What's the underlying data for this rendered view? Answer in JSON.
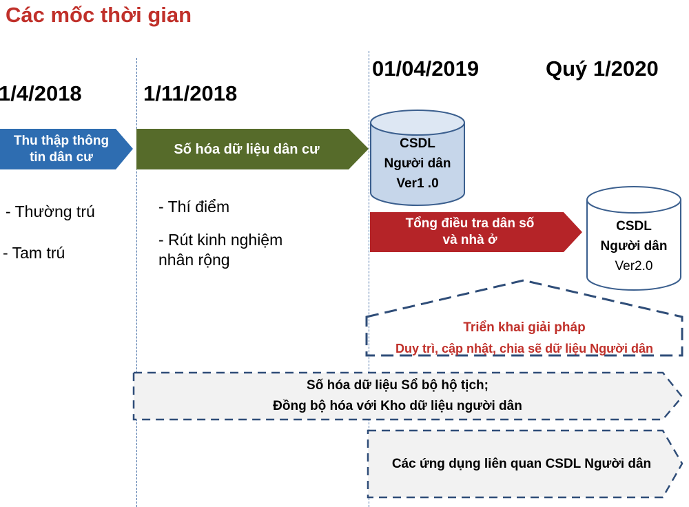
{
  "title": "Các mốc thời gian",
  "dates": {
    "d1": "1/4/2018",
    "d2": "1/11/2018",
    "d3": "01/04/2019",
    "d4": "Quý 1/2020"
  },
  "arrows": {
    "collect": {
      "line1": "Thu thập thông",
      "line2": "tin dân cư",
      "color": "#2e6db1"
    },
    "digitize": {
      "label": "Số hóa dữ liệu dân cư",
      "color": "#566b2a"
    },
    "census": {
      "line1": "Tổng điều tra dân số",
      "line2": "và nhà ở",
      "color": "#b52428"
    }
  },
  "notes": {
    "permanent": "- Thường trú",
    "temporary": "- Tam trú",
    "pilot": "- Thí điểm",
    "lessons_line1": "- Rút kinh nghiệm",
    "lessons_line2": "nhân rộng"
  },
  "databases": {
    "v1": {
      "line1": "CSDL",
      "line2": "Người dân",
      "line3": "Ver1 .0"
    },
    "v2": {
      "line1": "CSDL",
      "line2": "Người dân",
      "line3": "Ver2.0"
    }
  },
  "deploy": {
    "line1": "Triển khai giải pháp",
    "line2": "Duy trì, cập nhật, chia sẽ dữ liệu Người dân"
  },
  "civil_registry": {
    "line1": "Số hóa dữ liệu Sổ bộ hộ tịch;",
    "line2": "Đồng bộ hóa với Kho dữ liệu người dân"
  },
  "apps": {
    "label": "Các ứng dụng liên quan CSDL Người dân"
  }
}
